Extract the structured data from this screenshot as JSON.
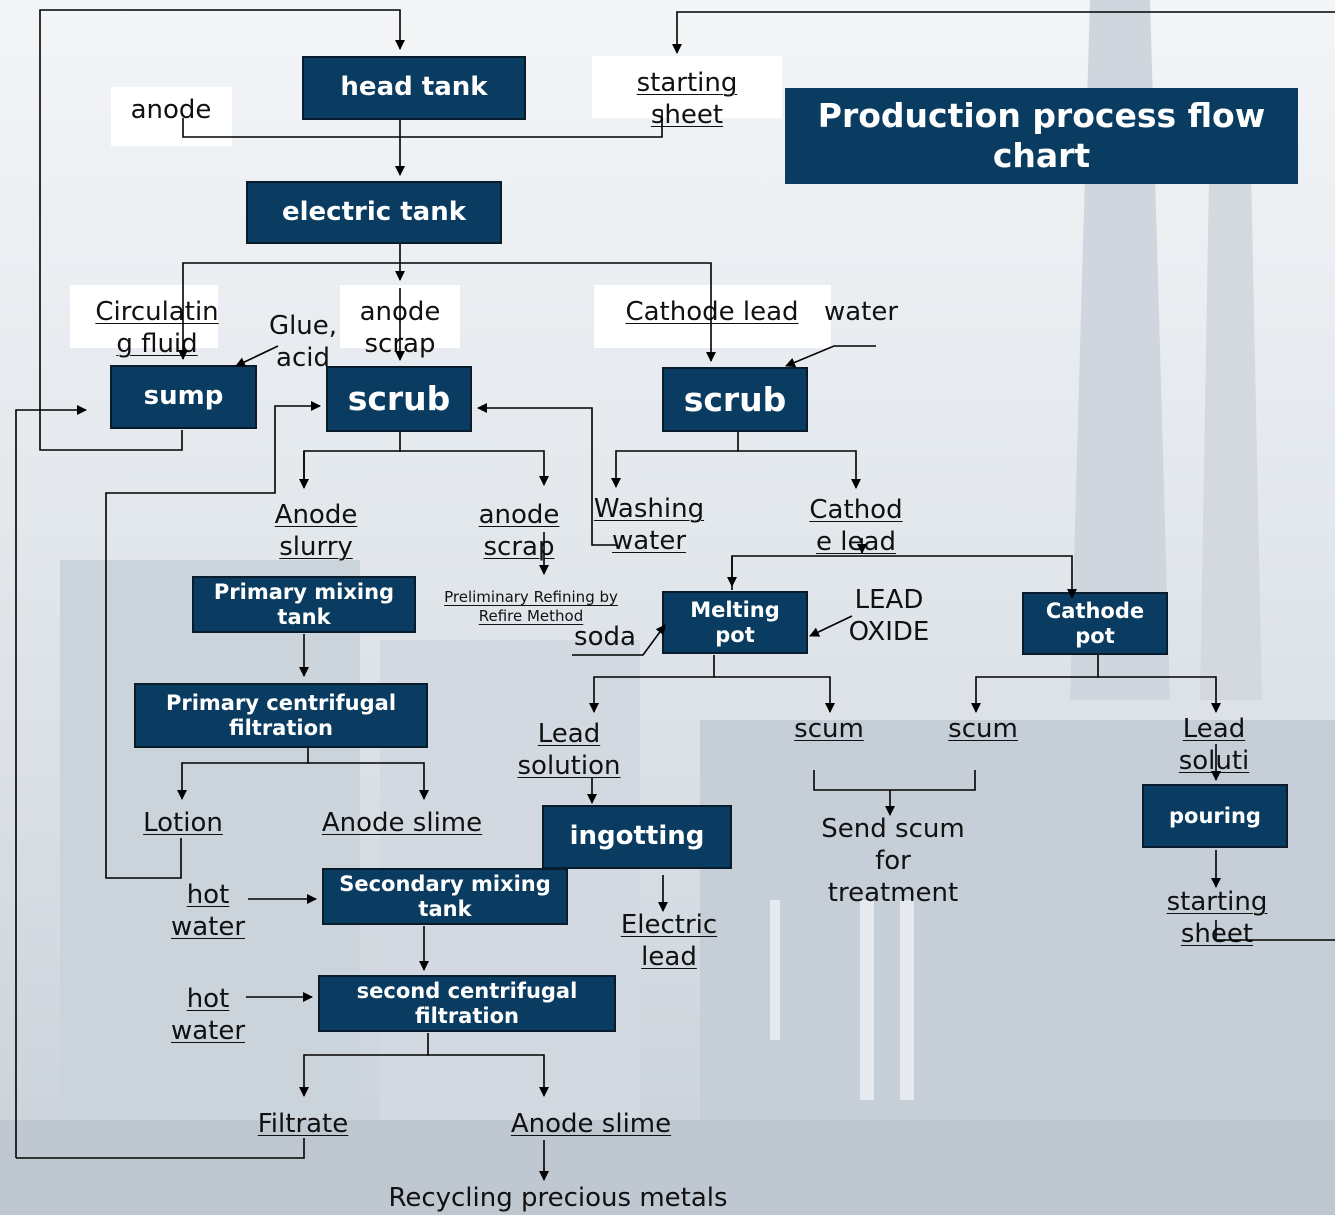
{
  "title": "Production process flow chart",
  "boxes": {
    "head_tank": "head tank",
    "electric_tank": "electric tank",
    "sump": "sump",
    "scrub_left": "scrub",
    "scrub_right": "scrub",
    "primary_mixing_tank": "Primary mixing tank",
    "primary_centrifugal_filtration": "Primary centrifugal filtration",
    "secondary_mixing_tank": "Secondary mixing tank",
    "second_centrifugal_filtration": "second centrifugal filtration",
    "melting_pot": "Melting pot",
    "cathode_pot": "Cathode pot",
    "ingotting": "ingotting",
    "pouring": "pouring"
  },
  "labels": {
    "anode_top": "anode",
    "starting_sheet_top": "starting sheet",
    "circulating_fluid": "Circulating fluid",
    "glue_acid": "Glue, acid",
    "anode_scrap_top": "anode scrap",
    "cathode_lead_top": "Cathode lead",
    "water": "water",
    "anode_slurry": "Anode slurry",
    "anode_scrap_mid": "anode scrap",
    "preliminary_refining": "Preliminary Refining by Refire Method",
    "washing_water": "Washing water",
    "cathode_lead_mid": "Cathode lead",
    "soda": "soda",
    "lead_oxide": "LEAD OXIDE",
    "lead_solution_left": "Lead solution",
    "scum_left": "scum",
    "scum_right": "scum",
    "lead_solution_right": "Lead soluti",
    "lotion": "Lotion",
    "anode_slime_1": "Anode slime",
    "send_scum": "Send scum for treatment",
    "hot_water_1": "hot water",
    "electric_lead": "Electric lead",
    "starting_sheet_bottom": "starting sheet",
    "hot_water_2": "hot water",
    "filtrate": "Filtrate",
    "anode_slime_2": "Anode slime",
    "recycling": "Recycling precious metals"
  },
  "colors": {
    "box": "#0a3c62",
    "line": "#000000"
  }
}
